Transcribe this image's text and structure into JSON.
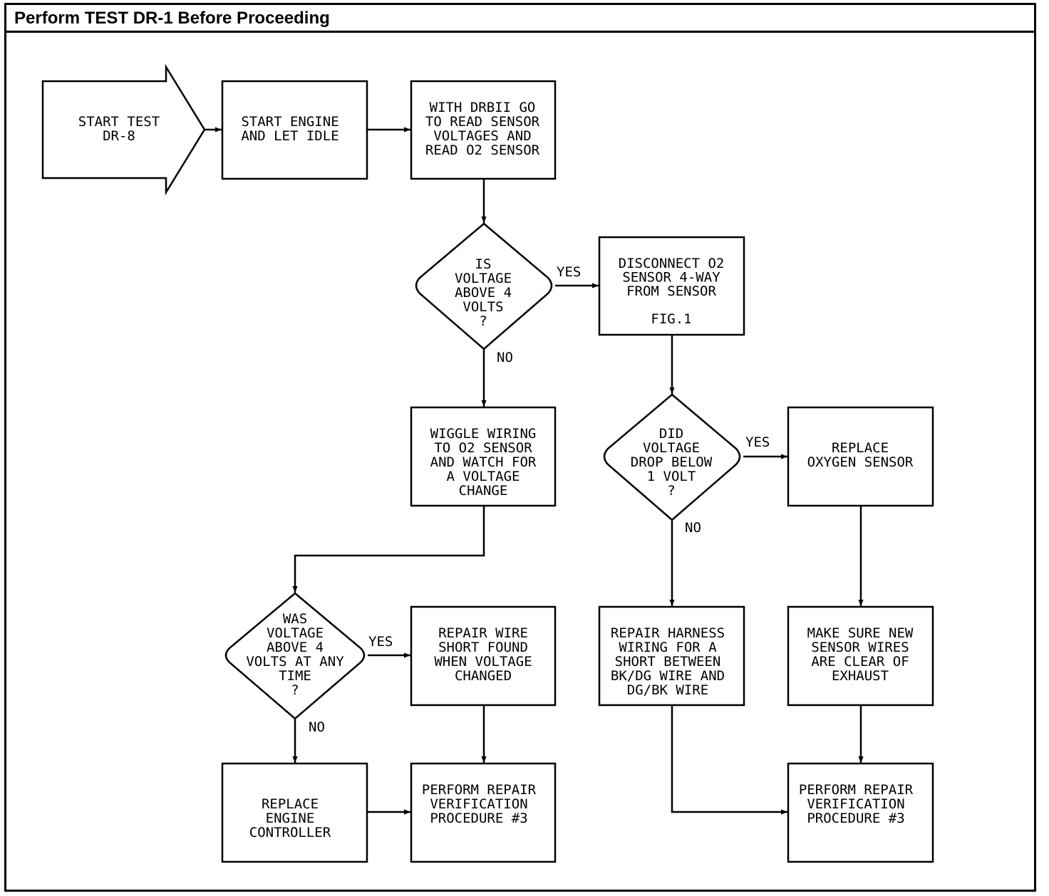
{
  "header": {
    "title": "Perform TEST DR-1 Before Proceeding"
  },
  "nodes": {
    "start": {
      "lines": [
        "START TEST",
        "DR-8"
      ]
    },
    "engine": {
      "lines": [
        "START ENGINE",
        "AND LET IDLE"
      ]
    },
    "drb": {
      "lines": [
        "WITH DRBII GO",
        "TO READ SENSOR",
        "VOLTAGES AND",
        "READ O2 SENSOR"
      ]
    },
    "q1": {
      "lines": [
        "IS",
        "VOLTAGE",
        "ABOVE 4",
        "VOLTS",
        "?"
      ]
    },
    "disconnect": {
      "lines": [
        "DISCONNECT O2",
        "SENSOR 4-WAY",
        "FROM SENSOR",
        "",
        "FIG.1"
      ]
    },
    "wiggle": {
      "lines": [
        "WIGGLE WIRING",
        "TO O2 SENSOR",
        "AND WATCH FOR",
        "A VOLTAGE",
        "CHANGE"
      ]
    },
    "q2": {
      "lines": [
        "DID",
        "VOLTAGE",
        "DROP BELOW",
        "1 VOLT",
        "?"
      ]
    },
    "replace_o2": {
      "lines": [
        "REPLACE",
        "OXYGEN SENSOR"
      ]
    },
    "q3": {
      "lines": [
        "WAS",
        "VOLTAGE",
        "ABOVE 4",
        "VOLTS AT ANY",
        "TIME",
        "?"
      ]
    },
    "repair_wire": {
      "lines": [
        "REPAIR WIRE",
        "SHORT FOUND",
        "WHEN VOLTAGE",
        "CHANGED"
      ]
    },
    "harness": {
      "lines": [
        "REPAIR HARNESS",
        "WIRING FOR A",
        "SHORT BETWEEN",
        "BK/DG WIRE AND",
        "DG/BK WIRE"
      ]
    },
    "make_sure": {
      "lines": [
        "MAKE SURE NEW",
        "SENSOR WIRES",
        "ARE CLEAR OF",
        "EXHAUST"
      ]
    },
    "replace_ec": {
      "lines": [
        "REPLACE",
        "ENGINE",
        "CONTROLLER"
      ]
    },
    "verify1": {
      "lines": [
        "PERFORM REPAIR",
        "VERIFICATION",
        "PROCEDURE #3"
      ]
    },
    "verify2": {
      "lines": [
        "PERFORM REPAIR",
        "VERIFICATION",
        "PROCEDURE #3"
      ]
    }
  },
  "edge_labels": {
    "q1_yes": "YES",
    "q1_no": "NO",
    "q2_yes": "YES",
    "q2_no": "NO",
    "q3_yes": "YES",
    "q3_no": "NO"
  }
}
